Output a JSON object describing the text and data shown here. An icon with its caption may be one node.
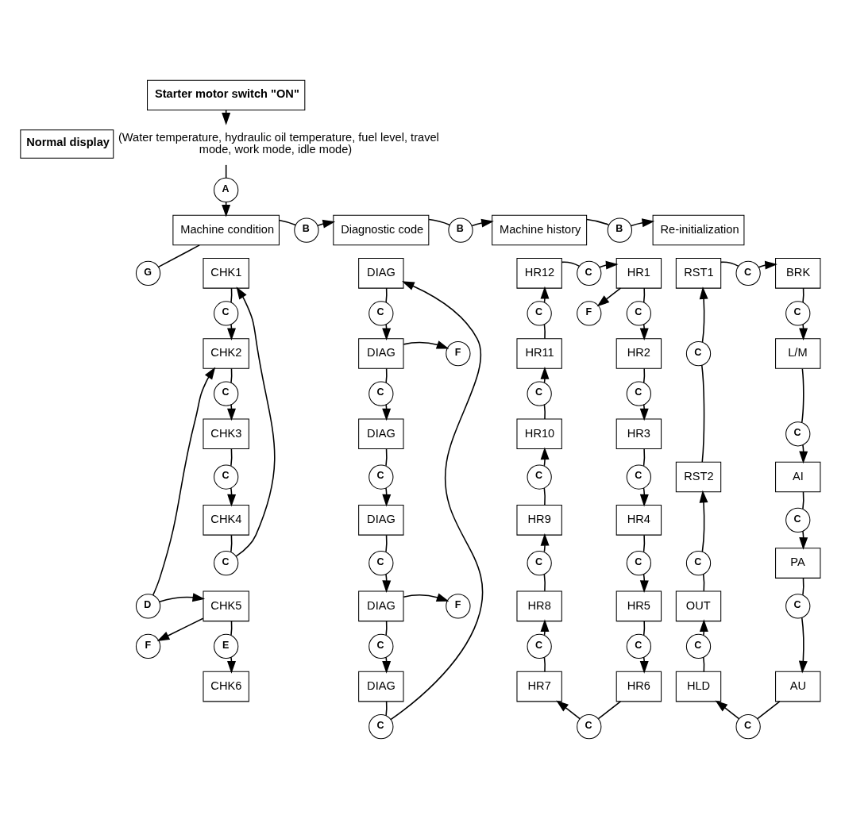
{
  "diagram": {
    "nodes": [
      {
        "text": [
          "Starter motor switch \"ON\""
        ]
      },
      {
        "text": [
          "Normal display"
        ],
        "beside": [
          "(Water temperature, hydraulic oil temperature, fuel level, travel mode, work mode, idle mode)"
        ]
      },
      {
        "text": [
          "A"
        ]
      },
      {
        "text": [
          "Machine condition"
        ]
      },
      {
        "text": [
          "B"
        ]
      },
      {
        "text": [
          "Diagnostic code"
        ]
      },
      {
        "text": [
          "B"
        ]
      },
      {
        "text": [
          "Machine history"
        ]
      },
      {
        "text": [
          "B"
        ]
      },
      {
        "text": [
          "Re-initialization"
        ]
      },
      {
        "text": [
          "G"
        ]
      },
      {
        "text": [
          "CHK1"
        ]
      },
      {
        "text": [
          "C"
        ]
      },
      {
        "text": [
          "CHK2"
        ]
      },
      {
        "text": [
          "C"
        ]
      },
      {
        "text": [
          "CHK3"
        ]
      },
      {
        "text": [
          "C"
        ]
      },
      {
        "text": [
          "CHK4"
        ]
      },
      {
        "text": [
          "C"
        ]
      },
      {
        "text": [
          "D"
        ]
      },
      {
        "text": [
          "CHK5"
        ]
      },
      {
        "text": [
          "F"
        ]
      },
      {
        "text": [
          "E"
        ]
      },
      {
        "text": [
          "CHK6"
        ]
      },
      {
        "text": [
          "DIAG"
        ]
      },
      {
        "text": [
          "C"
        ]
      },
      {
        "text": [
          "DIAG"
        ]
      },
      {
        "text": [
          "F"
        ]
      },
      {
        "text": [
          "C"
        ]
      },
      {
        "text": [
          "DIAG"
        ]
      },
      {
        "text": [
          "C"
        ]
      },
      {
        "text": [
          "DIAG"
        ]
      },
      {
        "text": [
          "C"
        ]
      },
      {
        "text": [
          "DIAG"
        ]
      },
      {
        "text": [
          "F"
        ]
      },
      {
        "text": [
          "C"
        ]
      },
      {
        "text": [
          "DIAG"
        ]
      },
      {
        "text": [
          "C"
        ]
      },
      {
        "text": [
          "HR12"
        ]
      },
      {
        "text": [
          "C"
        ]
      },
      {
        "text": [
          "HR1"
        ]
      },
      {
        "text": [
          "F"
        ]
      },
      {
        "text": [
          "C"
        ]
      },
      {
        "text": [
          "HR11"
        ]
      },
      {
        "text": [
          "C"
        ]
      },
      {
        "text": [
          "HR10"
        ]
      },
      {
        "text": [
          "C"
        ]
      },
      {
        "text": [
          "HR9"
        ]
      },
      {
        "text": [
          "C"
        ]
      },
      {
        "text": [
          "HR8"
        ]
      },
      {
        "text": [
          "C"
        ]
      },
      {
        "text": [
          "HR7"
        ]
      },
      {
        "text": [
          "C"
        ]
      },
      {
        "text": [
          "HR2"
        ]
      },
      {
        "text": [
          "C"
        ]
      },
      {
        "text": [
          "HR3"
        ]
      },
      {
        "text": [
          "C"
        ]
      },
      {
        "text": [
          "HR4"
        ]
      },
      {
        "text": [
          "C"
        ]
      },
      {
        "text": [
          "HR5"
        ]
      },
      {
        "text": [
          "C"
        ]
      },
      {
        "text": [
          "HR6"
        ]
      },
      {
        "text": [
          "C"
        ]
      },
      {
        "text": [
          "RST1"
        ]
      },
      {
        "text": [
          "C"
        ]
      },
      {
        "text": [
          "BRK"
        ]
      },
      {
        "text": [
          "C"
        ]
      },
      {
        "text": [
          "RST2"
        ]
      },
      {
        "text": [
          "C"
        ]
      },
      {
        "text": [
          "OUT"
        ]
      },
      {
        "text": [
          "C"
        ]
      },
      {
        "text": [
          "HLD"
        ]
      },
      {
        "text": [
          "C"
        ]
      },
      {
        "text": [
          "L/M"
        ]
      },
      {
        "text": [
          "C"
        ]
      },
      {
        "text": [
          "AI"
        ]
      },
      {
        "text": [
          "C"
        ]
      },
      {
        "text": [
          "PA"
        ]
      },
      {
        "text": [
          "C"
        ]
      },
      {
        "text": [
          "AU"
        ]
      },
      {
        "text": [
          "C"
        ]
      }
    ],
    "edges": [
      {
        "from": 0,
        "to": 1,
        "arrow": "to"
      },
      {
        "from": 1,
        "to": 2,
        "arrow": "none"
      },
      {
        "from": 2,
        "to": 3,
        "arrow": "to"
      },
      {
        "from": 3,
        "to": 4,
        "arrow": "none"
      },
      {
        "from": 4,
        "to": 5,
        "arrow": "to"
      },
      {
        "from": 5,
        "to": 6,
        "arrow": "none"
      },
      {
        "from": 6,
        "to": 7,
        "arrow": "to"
      },
      {
        "from": 7,
        "to": 8,
        "arrow": "none"
      },
      {
        "from": 8,
        "to": 9,
        "arrow": "to"
      },
      {
        "from": 3,
        "to": 10,
        "arrow": "none"
      },
      {
        "from": 11,
        "to": 12,
        "arrow": "none"
      },
      {
        "from": 12,
        "to": 13,
        "arrow": "to"
      },
      {
        "from": 13,
        "to": 14,
        "arrow": "none"
      },
      {
        "from": 14,
        "to": 15,
        "arrow": "to"
      },
      {
        "from": 15,
        "to": 16,
        "arrow": "none"
      },
      {
        "from": 16,
        "to": 17,
        "arrow": "to"
      },
      {
        "from": 17,
        "to": 18,
        "arrow": "none"
      },
      {
        "from": 18,
        "to": 11,
        "arrow": "to"
      },
      {
        "from": 19,
        "to": 13,
        "arrow": "to"
      },
      {
        "from": 19,
        "to": 20,
        "arrow": "to"
      },
      {
        "from": 20,
        "to": 21,
        "arrow": "to"
      },
      {
        "from": 20,
        "to": 22,
        "arrow": "none"
      },
      {
        "from": 22,
        "to": 23,
        "arrow": "to"
      },
      {
        "from": 24,
        "to": 25,
        "arrow": "none"
      },
      {
        "from": 25,
        "to": 26,
        "arrow": "to"
      },
      {
        "from": 26,
        "to": 27,
        "arrow": "to"
      },
      {
        "from": 26,
        "to": 28,
        "arrow": "none"
      },
      {
        "from": 28,
        "to": 29,
        "arrow": "to"
      },
      {
        "from": 29,
        "to": 30,
        "arrow": "none"
      },
      {
        "from": 30,
        "to": 31,
        "arrow": "to"
      },
      {
        "from": 31,
        "to": 32,
        "arrow": "none"
      },
      {
        "from": 32,
        "to": 33,
        "arrow": "to"
      },
      {
        "from": 33,
        "to": 34,
        "arrow": "to"
      },
      {
        "from": 33,
        "to": 35,
        "arrow": "none"
      },
      {
        "from": 35,
        "to": 36,
        "arrow": "to"
      },
      {
        "from": 36,
        "to": 37,
        "arrow": "none"
      },
      {
        "from": 37,
        "to": 24,
        "arrow": "to"
      },
      {
        "from": 38,
        "to": 39,
        "arrow": "none"
      },
      {
        "from": 39,
        "to": 40,
        "arrow": "to"
      },
      {
        "from": 40,
        "to": 41,
        "arrow": "to"
      },
      {
        "from": 43,
        "to": 42,
        "arrow": "none"
      },
      {
        "from": 42,
        "to": 38,
        "arrow": "to"
      },
      {
        "from": 45,
        "to": 44,
        "arrow": "none"
      },
      {
        "from": 44,
        "to": 43,
        "arrow": "to"
      },
      {
        "from": 47,
        "to": 46,
        "arrow": "none"
      },
      {
        "from": 46,
        "to": 45,
        "arrow": "to"
      },
      {
        "from": 49,
        "to": 48,
        "arrow": "none"
      },
      {
        "from": 48,
        "to": 47,
        "arrow": "to"
      },
      {
        "from": 51,
        "to": 50,
        "arrow": "none"
      },
      {
        "from": 50,
        "to": 49,
        "arrow": "to"
      },
      {
        "from": 40,
        "to": 52,
        "arrow": "none"
      },
      {
        "from": 52,
        "to": 53,
        "arrow": "to"
      },
      {
        "from": 53,
        "to": 54,
        "arrow": "none"
      },
      {
        "from": 54,
        "to": 55,
        "arrow": "to"
      },
      {
        "from": 55,
        "to": 56,
        "arrow": "none"
      },
      {
        "from": 56,
        "to": 57,
        "arrow": "to"
      },
      {
        "from": 57,
        "to": 58,
        "arrow": "none"
      },
      {
        "from": 58,
        "to": 59,
        "arrow": "to"
      },
      {
        "from": 59,
        "to": 60,
        "arrow": "none"
      },
      {
        "from": 60,
        "to": 61,
        "arrow": "to"
      },
      {
        "from": 61,
        "to": 62,
        "arrow": "none"
      },
      {
        "from": 62,
        "to": 51,
        "arrow": "to"
      },
      {
        "from": 63,
        "to": 64,
        "arrow": "none"
      },
      {
        "from": 64,
        "to": 65,
        "arrow": "to"
      },
      {
        "from": 67,
        "to": 66,
        "arrow": "none"
      },
      {
        "from": 66,
        "to": 63,
        "arrow": "to"
      },
      {
        "from": 69,
        "to": 68,
        "arrow": "none"
      },
      {
        "from": 68,
        "to": 67,
        "arrow": "to"
      },
      {
        "from": 71,
        "to": 70,
        "arrow": "none"
      },
      {
        "from": 70,
        "to": 69,
        "arrow": "to"
      },
      {
        "from": 65,
        "to": 72,
        "arrow": "none"
      },
      {
        "from": 72,
        "to": 73,
        "arrow": "to"
      },
      {
        "from": 73,
        "to": 74,
        "arrow": "none"
      },
      {
        "from": 74,
        "to": 75,
        "arrow": "to"
      },
      {
        "from": 75,
        "to": 76,
        "arrow": "none"
      },
      {
        "from": 76,
        "to": 77,
        "arrow": "to"
      },
      {
        "from": 77,
        "to": 78,
        "arrow": "none"
      },
      {
        "from": 78,
        "to": 79,
        "arrow": "to"
      },
      {
        "from": 79,
        "to": 80,
        "arrow": "none"
      },
      {
        "from": 80,
        "to": 71,
        "arrow": "to"
      }
    ]
  }
}
